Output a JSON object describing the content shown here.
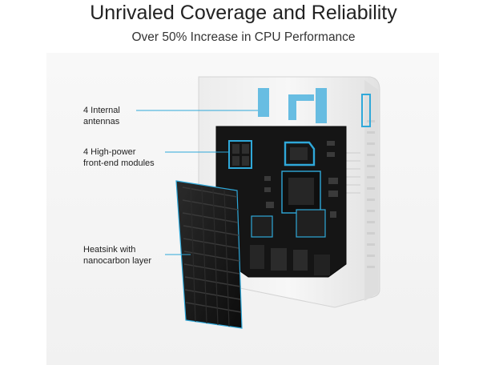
{
  "header": {
    "title": "Unrivaled Coverage and Reliability",
    "subtitle": "Over 50% Increase in CPU Performance"
  },
  "callouts": [
    {
      "line1": "4 Internal",
      "line2": "antennas"
    },
    {
      "line1": "4 High-power",
      "line2": "front-end modules"
    },
    {
      "line1": "Heatsink with",
      "line2": "nanocarbon layer"
    }
  ],
  "colors": {
    "accent": "#2fa8d9",
    "board": "#141414",
    "heatsink": "#1b1b1b",
    "shell": "#e9e9e9"
  }
}
